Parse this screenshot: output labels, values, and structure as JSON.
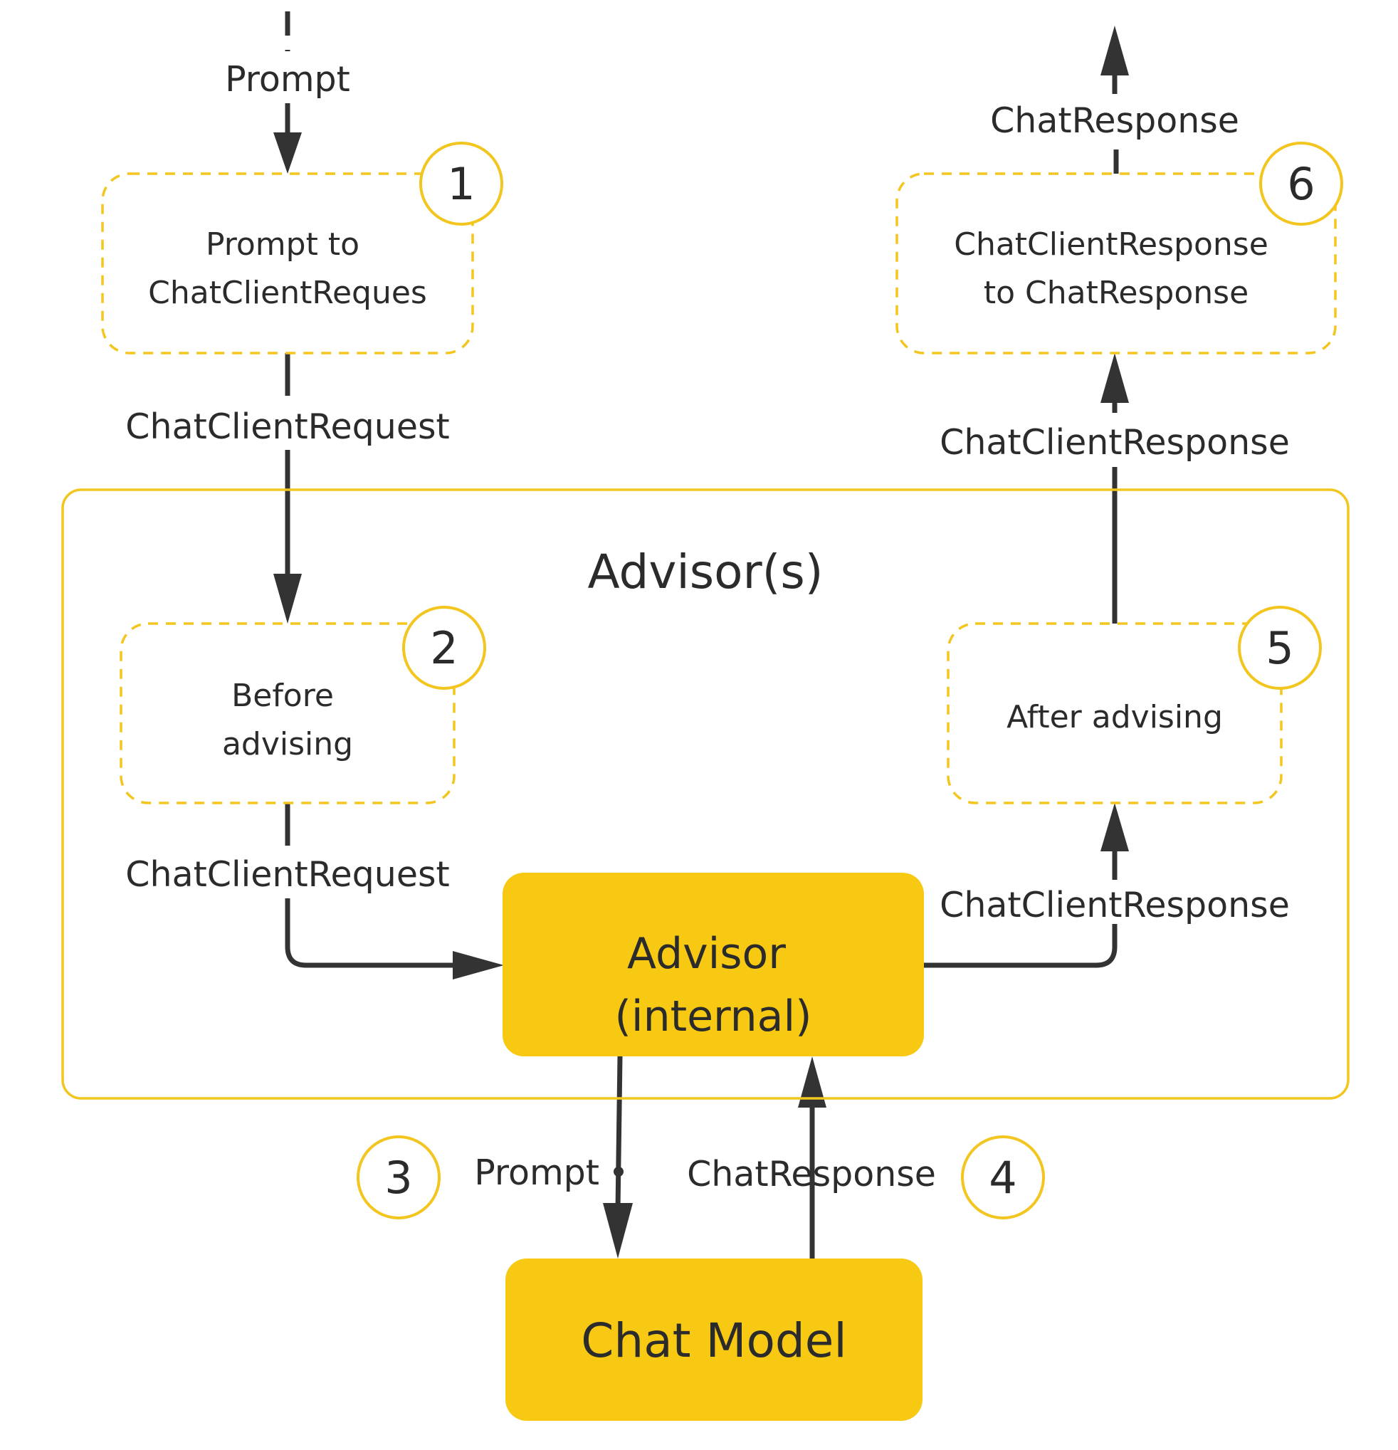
{
  "accent_color": "#f8c912",
  "outline_color": "#f2c61f",
  "line_color": "#333333",
  "text_color": "#2b2b2b",
  "container": {
    "title": "Advisor(s)"
  },
  "steps": {
    "s1": {
      "number": "1",
      "lines": [
        "Prompt to",
        "ChatClientReques"
      ]
    },
    "s2": {
      "number": "2",
      "lines": [
        "Before",
        "advising"
      ]
    },
    "s3": {
      "number": "3"
    },
    "s4": {
      "number": "4"
    },
    "s5": {
      "number": "5",
      "lines": [
        "After advising"
      ]
    },
    "s6": {
      "number": "6",
      "lines": [
        "ChatClientResponse",
        "to ChatResponse"
      ]
    }
  },
  "nodes": {
    "advisor_internal": {
      "lines": [
        "Advisor",
        "(internal)"
      ]
    },
    "chat_model": {
      "label": "Chat Model"
    }
  },
  "edge_labels": {
    "prompt_in": "Prompt",
    "request_1": "ChatClientRequest",
    "request_2": "ChatClientRequest",
    "response_1": "ChatClientResponse",
    "response_2": "ChatClientResponse",
    "response_out": "ChatResponse",
    "prompt_to_model": "Prompt",
    "response_from_model": "ChatResponse"
  }
}
